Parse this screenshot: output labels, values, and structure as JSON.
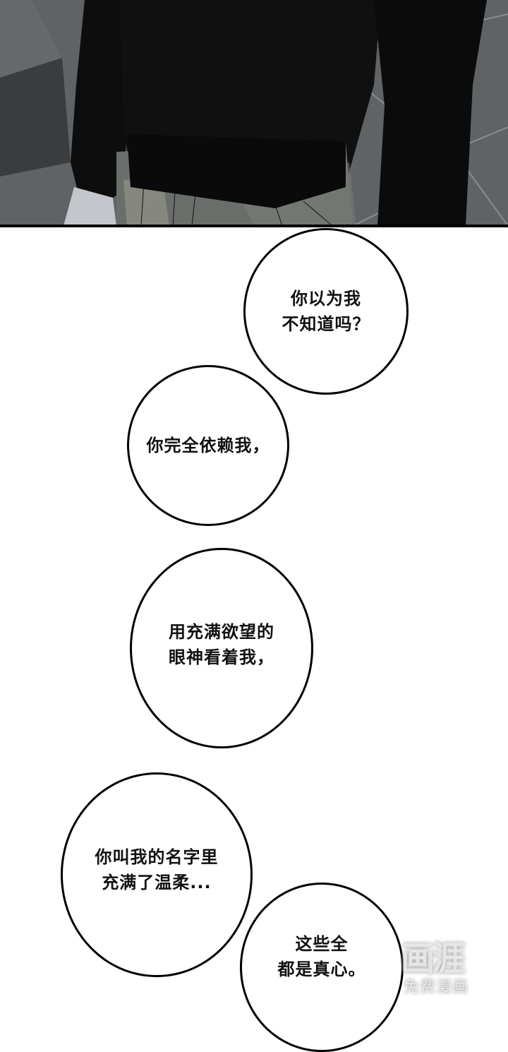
{
  "panel_top": {
    "description": "Illustration of a person in a black sweater and grey trousers standing in a tiled grey room",
    "colors": {
      "background": "#5e6264",
      "sweater": "#0e0e0e",
      "trousers": "#6b6f6c",
      "cuff": "#c9cbd0",
      "box": "#3b3e40"
    }
  },
  "bubbles": [
    {
      "text": "你以为我\n不知道吗？"
    },
    {
      "text": "你完全依赖我，"
    },
    {
      "text": "用充满欲望的\n眼神看着我，"
    },
    {
      "text": "你叫我的名字里\n充满了温柔..."
    },
    {
      "text": "这些全\n都是真心。"
    }
  ],
  "watermark": {
    "logo": "画涯",
    "subtitle": "免费漫画"
  }
}
